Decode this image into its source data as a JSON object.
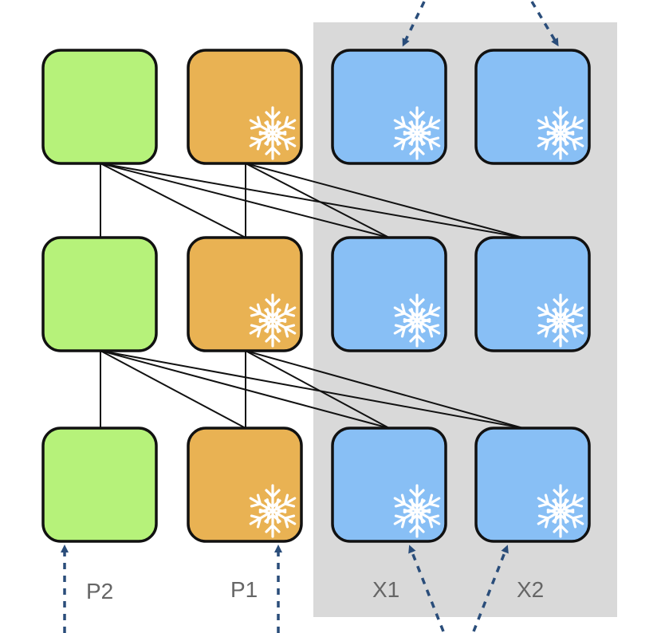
{
  "colors": {
    "background": "#ffffff",
    "frozen_region": "#d9d9d9",
    "green_block": "#b6f27a",
    "orange_block": "#e9b253",
    "blue_block": "#88bff5",
    "block_border": "#111111",
    "snowflake": "#ffffff",
    "arrow": "#2a4d7a",
    "label": "#666666"
  },
  "labels": {
    "p2": "P2",
    "p1": "P1",
    "x1": "X1",
    "x2": "X2"
  },
  "icons": {
    "frozen": "snowflake-icon",
    "arrow": "dashed-arrow"
  },
  "grid": {
    "rows": 3,
    "columns": [
      {
        "id": "p2",
        "color": "green_block",
        "frozen": false
      },
      {
        "id": "p1",
        "color": "orange_block",
        "frozen": true
      },
      {
        "id": "x1",
        "color": "blue_block",
        "frozen": true
      },
      {
        "id": "x2",
        "color": "blue_block",
        "frozen": true
      }
    ]
  },
  "connections": [
    {
      "from_row": 0,
      "from_col": 0,
      "to_row": 1,
      "to_cols": [
        0,
        1,
        2,
        3
      ]
    },
    {
      "from_row": 0,
      "from_col": 1,
      "to_row": 1,
      "to_cols": [
        1,
        2,
        3
      ]
    },
    {
      "from_row": 1,
      "from_col": 0,
      "to_row": 2,
      "to_cols": [
        0,
        1,
        2,
        3
      ]
    },
    {
      "from_row": 1,
      "from_col": 1,
      "to_row": 2,
      "to_cols": [
        1,
        2,
        3
      ]
    }
  ]
}
